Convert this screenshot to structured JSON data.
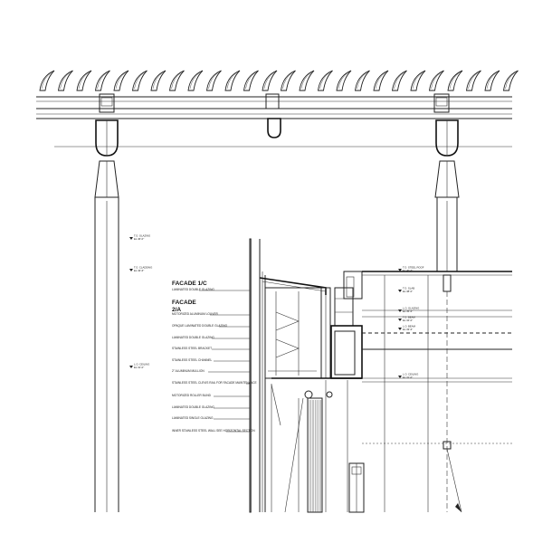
{
  "titles": {
    "facade_1c": "FACADE 1/C",
    "facade_2a_line1": "FACADE",
    "facade_2a_line2": "2/A"
  },
  "callouts": [
    "LAMINATED DOUBLE GLAZING",
    "MOTORIZED ALUMINUM LOUVER",
    "OPAQUE LAMINATED DOUBLE GLAZING",
    "LAMINATED DOUBLE GLAZING",
    "STAINLESS STEEL BRACKET",
    "STAINLESS STEEL CHANNEL",
    "2\" ALUMINUM MULLION",
    "STAINLESS STEEL CLEVIS RAIL FOR FACADE MAINTENANCE",
    "MOTORIZED ROLLER BLIND",
    "LAMINATED DOUBLE GLAZING",
    "LAMINATED SINGLE GLAZING",
    "INNER STAINLESS STEEL WALL SEE HORIZONTAL SECTION"
  ],
  "left_levels": [
    {
      "name": "T.O. GLAZING",
      "elev": "EL 46'-0\""
    },
    {
      "name": "T.O. CLADDING",
      "elev": "EL 43'-6\""
    },
    {
      "name": "L.O. CEILING",
      "elev": "EL 31'-0\""
    }
  ],
  "right_levels": [
    {
      "name": "T.O. STEEL ROOF",
      "elev": "EL 40'-6\""
    },
    {
      "name": "T.O. SLAB",
      "elev": "EL 38'-0\""
    },
    {
      "name": "L.O. GLAZING",
      "elev": "EL 35'-6\""
    },
    {
      "name": "T.O. BEAM",
      "elev": "EL 34'-0\""
    },
    {
      "name": "L.O. BEAM",
      "elev": "EL 33'-6\""
    },
    {
      "name": "L.O. CEILING",
      "elev": "EL 31'-0\""
    }
  ],
  "colors": {
    "ink": "#222222",
    "paper": "#ffffff"
  }
}
